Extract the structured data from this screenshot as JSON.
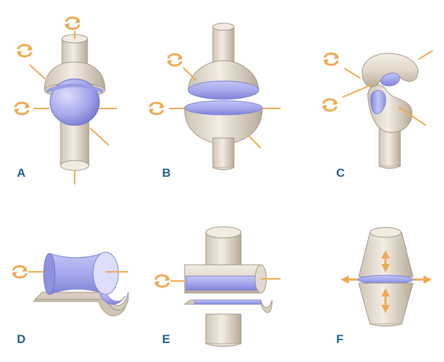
{
  "panels": [
    {
      "id": "A",
      "label": "A",
      "joint": "ball-and-socket"
    },
    {
      "id": "B",
      "label": "B",
      "joint": "ellipsoid"
    },
    {
      "id": "C",
      "label": "C",
      "joint": "saddle"
    },
    {
      "id": "D",
      "label": "D",
      "joint": "hinge"
    },
    {
      "id": "E",
      "label": "E",
      "joint": "pivot"
    },
    {
      "id": "F",
      "label": "F",
      "joint": "plane"
    }
  ],
  "colors": {
    "bone": "#e9e1d6",
    "bone_shadow": "#bcae9c",
    "bone_outline": "#8d8276",
    "cartilage": "#a9acec",
    "cartilage_dark": "#7c80d6",
    "axis": "#f0a94e",
    "label": "#1f5e9a",
    "background": "#ffffff"
  },
  "icons": {
    "rotation": "rotation-arrow-icon",
    "movement": "double-headed-arrow-icon"
  }
}
